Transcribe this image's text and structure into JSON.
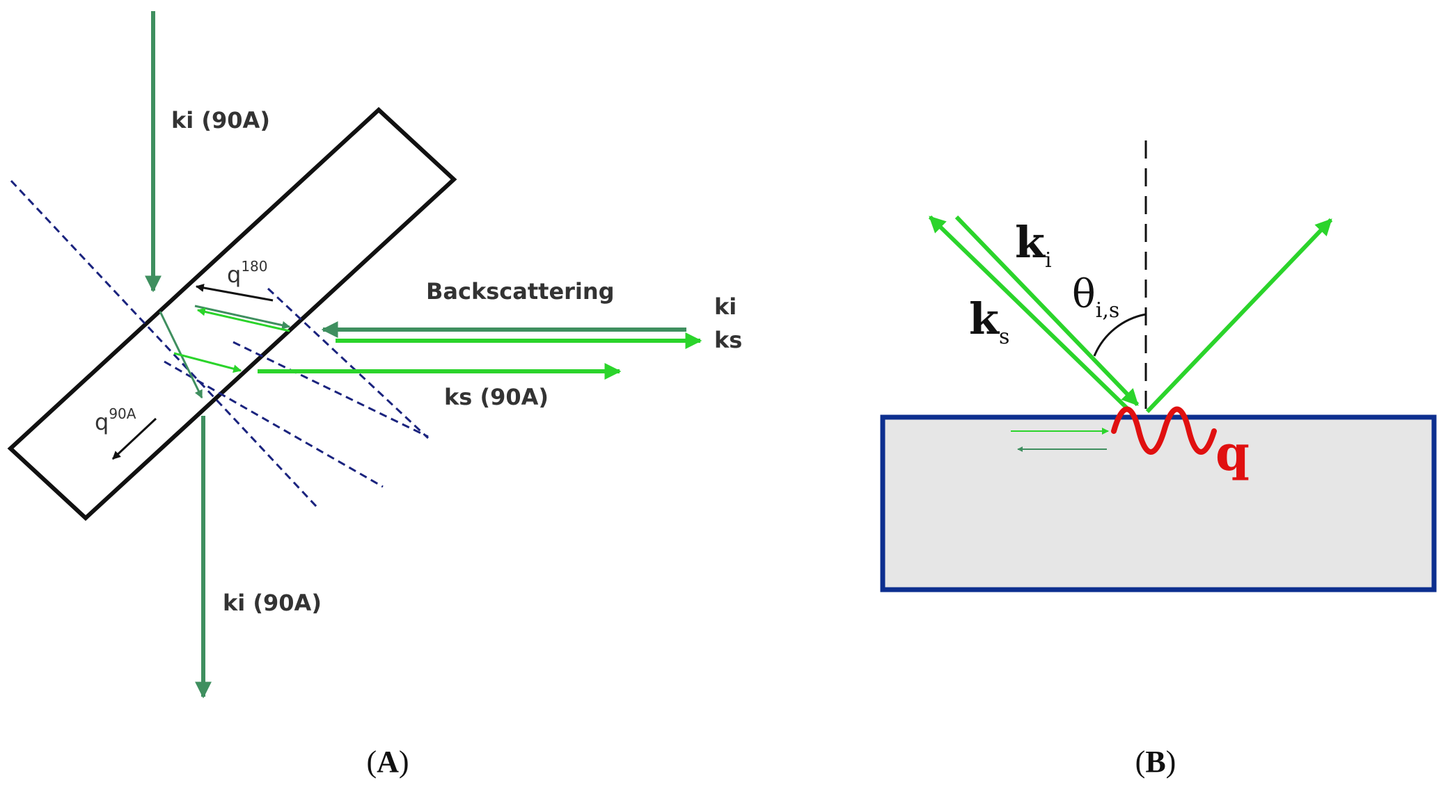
{
  "panel_a": {
    "label_ki_top": "ki (90A)",
    "label_q180": "q",
    "label_q180_sup": "180",
    "label_backscattering": "Backscattering",
    "label_ki": "ki",
    "label_ks": "ks",
    "label_ks_90a": "ks (90A)",
    "label_q90a": "q",
    "label_q90a_sup": "90A",
    "label_ki_bottom": "ki (90A)",
    "caption_open": "(",
    "caption_letter": "A",
    "caption_close": ")"
  },
  "panel_b": {
    "label_ki": "k",
    "label_ki_sub": "i",
    "label_ks": "k",
    "label_ks_sub": "s",
    "label_theta": "θ",
    "label_theta_sub": "i,s",
    "label_q": "q",
    "caption_open": "(",
    "caption_letter": "B",
    "caption_close": ")"
  },
  "colors": {
    "dark_green": "#3f8f5f",
    "bright_green": "#2bd42b",
    "navy_dash": "#1a237e",
    "substrate_border": "#0d2f8f",
    "substrate_fill": "#e6e6e6",
    "phonon_red": "#e01010",
    "black": "#111111"
  }
}
